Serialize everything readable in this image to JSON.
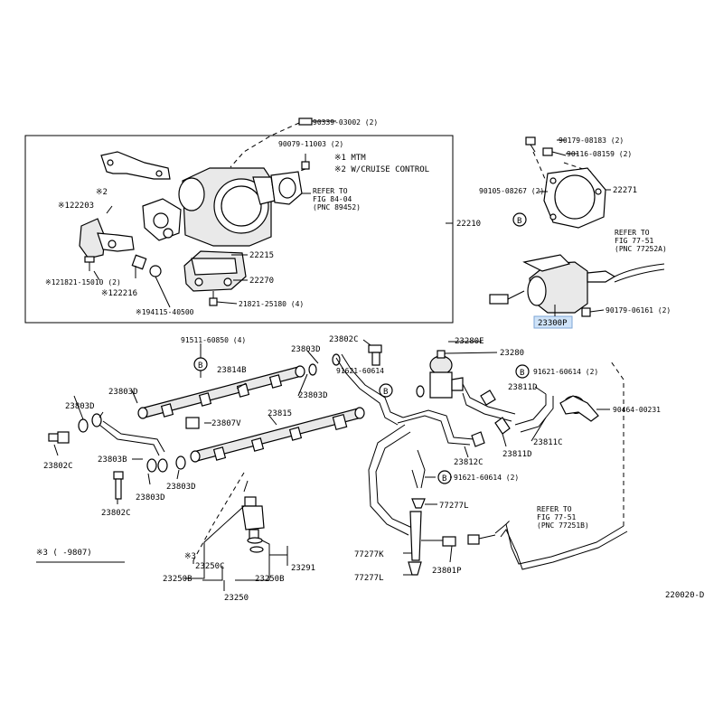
{
  "labels": {
    "p90339": "90339-03002 (2)",
    "p90079": "90079-11003 (2)",
    "note1": "※1 MTM",
    "note2": "※2 W/CRUISE CONTROL",
    "refer1_a": "REFER TO",
    "refer1_b": "FIG 84-04",
    "refer1_c": "(PNC 89452)",
    "mark2": "※2",
    "p122203": "※122203",
    "p22210": "22210",
    "p22215": "22215",
    "p22270": "22270",
    "p21821a": "※121821-15010 (2)",
    "p122216": "※122216",
    "p21821b": "21821-25180 (4)",
    "p94115": "※194115-40500",
    "p90179a": "90179-08183 (2)",
    "p90116": "90116-08159 (2)",
    "p90105": "90105-08267 (2)",
    "p22271": "22271",
    "bmark": "B",
    "refer2_a": "REFER TO",
    "refer2_b": "FIG 77-51",
    "refer2_c": "(PNC 77252A)",
    "p90179b": "90179-06161 (2)",
    "p23300P": "23300P",
    "p91511": "91511-60850 (4)",
    "p23802Ca": "23802C",
    "p23280E": "23280E",
    "p23280": "23280",
    "p23803Da": "23803D",
    "p23814B": "23814B",
    "p91621a": "91621-60614",
    "p91621b": "91621-60614 (2)",
    "p23803Db": "23803D",
    "p23811Da": "23811D",
    "p90464": "90464-00231",
    "p23803Dc": "23803D",
    "p23803Dd": "23803D",
    "p23807V": "23807V",
    "p23815": "23815",
    "p23811Db": "23811D",
    "p23811C": "23811C",
    "p23802Cb": "23802C",
    "p23803B": "23803B",
    "p23812C": "23812C",
    "p91621c": "91621-60614 (2)",
    "p23803De": "23803D",
    "p23803Df": "23803D",
    "p77277L_a": "77277L",
    "p23802Cc": "23802C",
    "refer3_a": "REFER TO",
    "refer3_b": "FIG 77-51",
    "refer3_c": "(PNC 77251B)",
    "note3": "※3 (    -9807)",
    "p77277K": "77277K",
    "p23801P": "23801P",
    "mark3": "※3",
    "p23250C": "23250C",
    "p23291": "23291",
    "p77277L_b": "77277L",
    "p23250Ba": "23250B",
    "p23250Bb": "23250B",
    "p23250": "23250",
    "p220020D": "220020-D"
  },
  "colors": {
    "ink": "#000000",
    "highlight": "#cfe3f8",
    "highlight_border": "#7ea6d6"
  }
}
